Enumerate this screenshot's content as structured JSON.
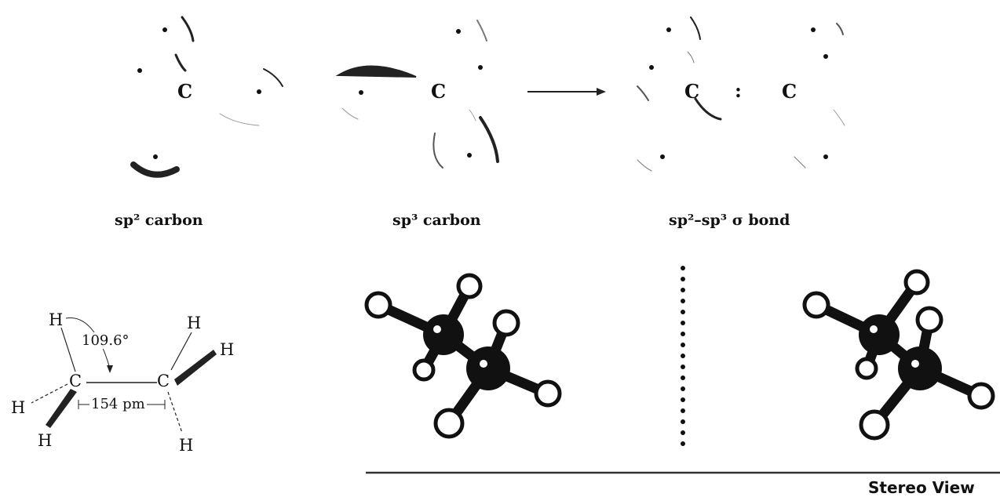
{
  "orbitals": {
    "atom_symbol": "C",
    "bond_dots": ":",
    "captions": {
      "sp2_carbon": "sp² carbon",
      "sp3_carbon": "sp³ carbon",
      "sigma_bond": "sp²–sp³ σ bond"
    }
  },
  "structure": {
    "carbon_label": "C",
    "hydrogen_label": "H",
    "bond_angle": "109.6°",
    "bond_length": "154 pm"
  },
  "stereo": {
    "caption": "Stereo View"
  }
}
